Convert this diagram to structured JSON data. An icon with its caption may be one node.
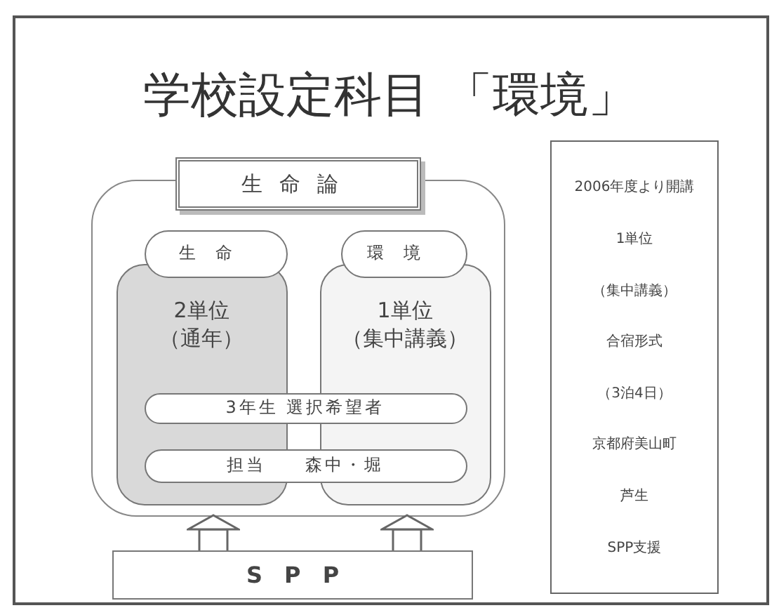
{
  "diagram": {
    "title": "学校設定科目 「環境」",
    "nodes": [
      {
        "text": [
          "生命論"
        ]
      },
      {
        "text": [],
        "shape": "box"
      },
      {
        "text": [
          "生命"
        ],
        "in": 1
      },
      {
        "text": [
          "2単位",
          "（通年）"
        ],
        "in": 1
      },
      {
        "text": [
          "環境"
        ],
        "in": 1
      },
      {
        "text": [
          "1単位",
          "（集中講義）"
        ],
        "in": 1
      },
      {
        "text": [
          "3年生 選択希望者"
        ],
        "in": 1
      },
      {
        "text": [
          "担当 森中・堀"
        ],
        "in": 1
      },
      {
        "text": [
          "S P P"
        ]
      },
      {
        "text": [
          "2006年度より開講",
          "1単位",
          "（集中講義）",
          "合宿形式",
          "（3泊4日）",
          "京都府美山町",
          "芦生",
          "SPP支援"
        ]
      }
    ],
    "edges": [
      {
        "from": 8,
        "to": 1,
        "arrow": "to"
      },
      {
        "from": 8,
        "to": 1,
        "arrow": "to"
      }
    ]
  }
}
